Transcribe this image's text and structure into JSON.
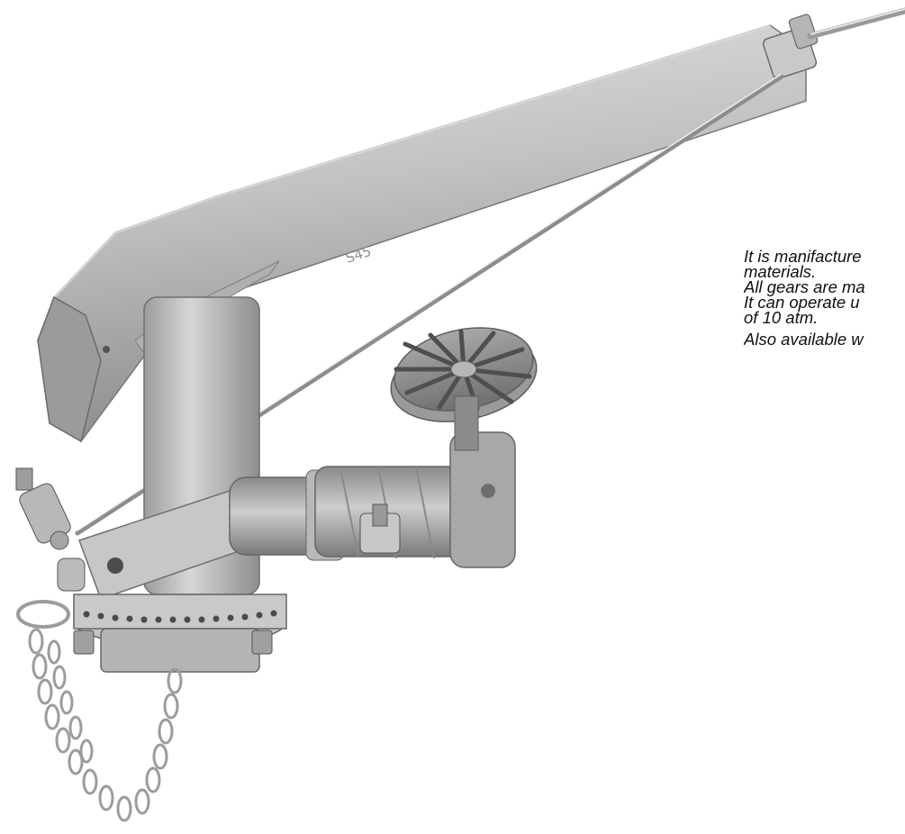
{
  "product": {
    "engraving": "S45",
    "description_lines": [
      "It is manifacture",
      "materials.",
      "All gears are ma",
      "It can operate u",
      "of 10 atm.",
      "Also available w"
    ]
  },
  "colors": {
    "background": "#ffffff",
    "metal_light": "#cfcfcf",
    "metal_mid": "#a9a9a9",
    "metal_dark": "#6e6e6e",
    "chain": "#c8c8c8"
  }
}
